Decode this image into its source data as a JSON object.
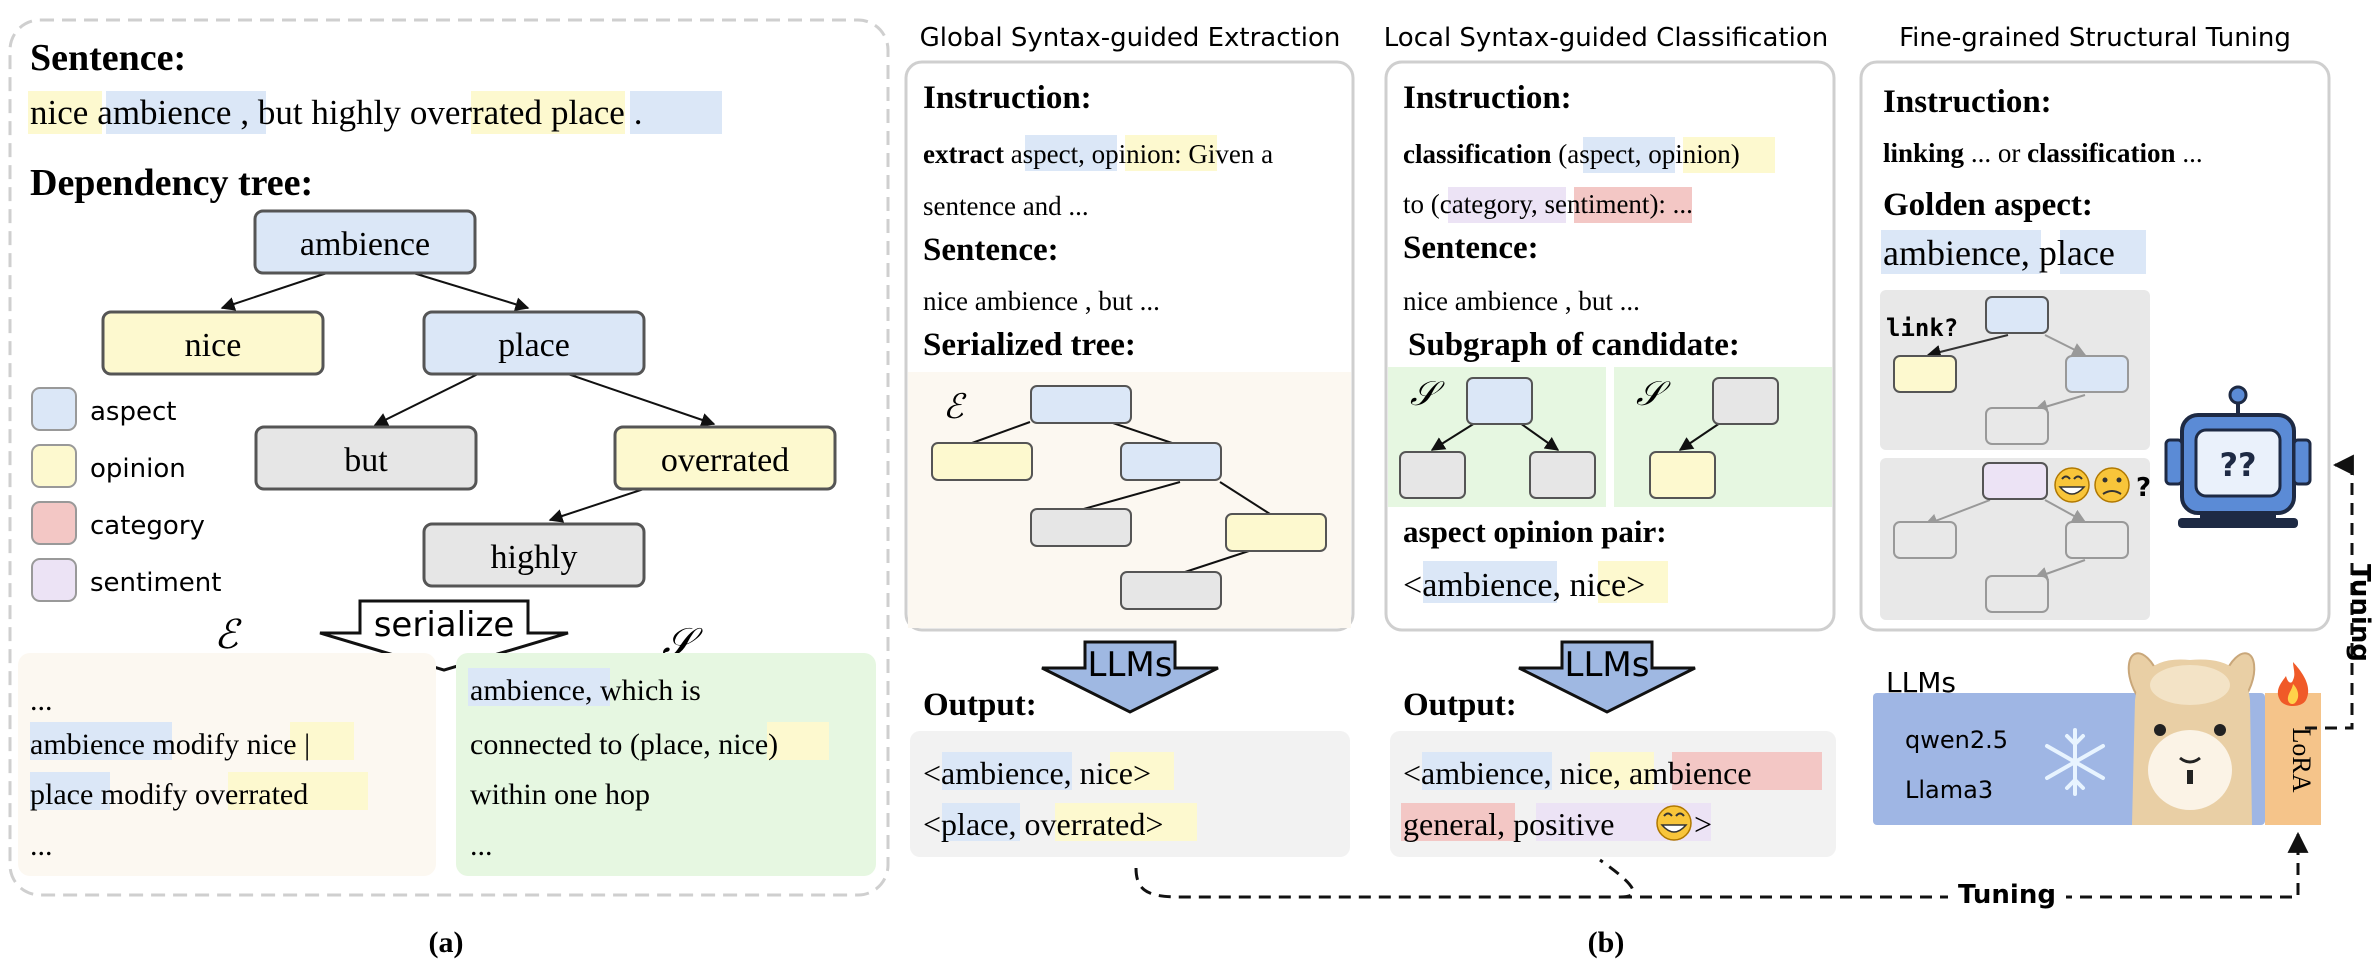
{
  "panel_a": {
    "sentence_heading": "Sentence:",
    "sentence_tokens": [
      "nice",
      "ambience",
      ", but highly",
      "overrated",
      "place",
      "."
    ],
    "dep_heading": "Dependency tree:",
    "nodes": {
      "ambience": "ambience",
      "nice": "nice",
      "place": "place",
      "but": "but",
      "overrated": "overrated",
      "highly": "highly"
    },
    "legend": [
      "aspect",
      "opinion",
      "category",
      "sentiment"
    ],
    "serialize_label": "serialize",
    "e_symbol": "ℰ",
    "s_symbol": "𝒮",
    "e_box": {
      "l1": "...",
      "l2": [
        "ambience",
        " modify ",
        "nice",
        " |"
      ],
      "l3": [
        "place",
        " modify ",
        "overrated"
      ],
      "l4": "..."
    },
    "s_box": {
      "l1": [
        "ambience",
        ", which is"
      ],
      "l2": [
        "connected to (place, ",
        "nice",
        ")"
      ],
      "l3": "within one hop",
      "l4": "..."
    },
    "caption": "(a)"
  },
  "panel_b": {
    "col1": {
      "title": "Global Syntax-guided Extraction",
      "instruction_label": "Instruction:",
      "instr_l1": [
        "extract",
        " ",
        "aspect",
        ", ",
        "opinion",
        ": Given a"
      ],
      "instr_l2": "sentence and ...",
      "sentence_label": "Sentence:",
      "sentence_text": "nice ambience , but ...",
      "tree_label": "Serialized tree:",
      "llm_label": "LLMs",
      "output_label": "Output:",
      "out_l1": [
        "<",
        "ambience",
        ", ",
        "nice",
        ">"
      ],
      "out_l2": [
        "<",
        "place",
        ", ",
        "overrated",
        ">"
      ]
    },
    "col2": {
      "title": "Local Syntax-guided Classification",
      "instruction_label": "Instruction:",
      "instr_l1": [
        "classification",
        " (",
        "aspect",
        ", ",
        "opinion",
        ")"
      ],
      "instr_l2": [
        "to (",
        "category",
        ", ",
        "sentiment",
        "): ..."
      ],
      "sentence_label": "Sentence:",
      "sentence_text": "nice ambience , but ...",
      "subgraph_label": "Subgraph of candidate:",
      "pair_label": "aspect opinion pair:",
      "pair": [
        "<",
        "ambience",
        ", ",
        "nice",
        ">"
      ],
      "llm_label": "LLMs",
      "output_label": "Output:",
      "out_l1": [
        "<",
        "ambience",
        ", ",
        "nice",
        ", ",
        "ambience"
      ],
      "out_l2": [
        "general",
        ", ",
        "positive",
        ">"
      ]
    },
    "col3": {
      "title": "Fine-grained Structural Tuning",
      "instruction_label": "Instruction:",
      "instr_l1": [
        "linking",
        " ... or ",
        "classification",
        " ..."
      ],
      "golden_label": "Golden aspect:",
      "golden": [
        "ambience",
        ", ",
        "place"
      ],
      "link_label": "link?",
      "question_mark": "?",
      "robot_text": "??",
      "llms_label": "LLMs",
      "models": [
        "qwen2.5",
        "Llama3"
      ],
      "lora_label": "LoRA"
    },
    "tuning_label": "Tuning",
    "caption": "(b)"
  },
  "colors": {
    "aspect": "#dbe7f7",
    "opinion": "#fdf9cf",
    "category": "#f3c7c5",
    "sentiment": "#ece3f5",
    "neutral": "#e6e6e6",
    "green_bg": "#e6f7e1",
    "peach_bg": "#fcf8f1",
    "llm_arrow": "#9fb8e2",
    "llm_bar": "#9fb6e4",
    "lora": "#f5c48a"
  }
}
